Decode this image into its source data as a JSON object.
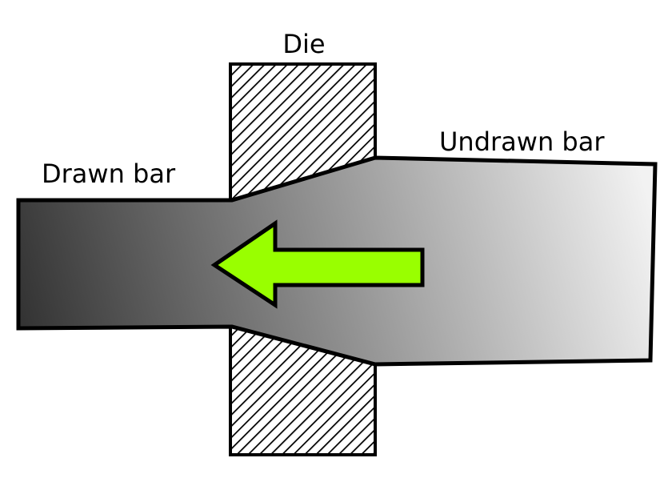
{
  "labels": {
    "die": "Die",
    "drawn_bar": "Drawn bar",
    "undrawn_bar": "Undrawn bar"
  },
  "colors": {
    "bar_gradient_light": "#f2f2f2",
    "bar_gradient_dark": "#333333",
    "die_hatch": "#000000",
    "die_background": "#ffffff",
    "arrow_fill": "#99ff00",
    "outline": "#000000"
  },
  "icons": {
    "arrow": "left-arrow-icon"
  }
}
